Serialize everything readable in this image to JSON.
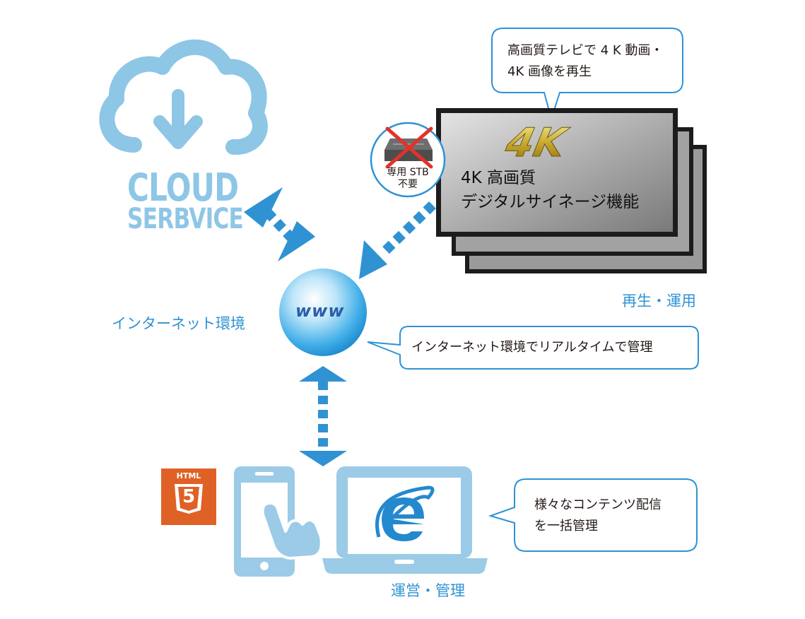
{
  "cloud": {
    "title": "CLOUD",
    "subtitle": "SERBVICE"
  },
  "internet": {
    "label": "インターネット環境",
    "globe_text": "www"
  },
  "bubbles": {
    "tv": {
      "line1": "高画質テレビで 4 K 動画・",
      "line2": "4K 画像を再生"
    },
    "internet": {
      "text": "インターネット環境でリアルタイムで管理"
    },
    "content": {
      "line1": "様々なコンテンツ配信",
      "line2": "を一括管理"
    }
  },
  "tv": {
    "logo": "4K",
    "line1": "4K 高画質",
    "line2": "デジタルサイネージ機能"
  },
  "stb": {
    "line1": "専用 STB",
    "line2": "不要"
  },
  "labels": {
    "playback": "再生・運用",
    "management": "運営・管理"
  },
  "html5": {
    "label": "HTML",
    "number": "5"
  },
  "colors": {
    "cloud": "#8ec6e6",
    "arrow": "#2f92d3",
    "html5": "#e06126",
    "device": "#9bcbe6",
    "ie": "#2389cf"
  },
  "icons": [
    "cloud-download-icon",
    "globe-icon",
    "set-top-box-icon",
    "cross-icon",
    "html5-icon",
    "smartphone-icon",
    "pointing-hand-icon",
    "laptop-icon",
    "internet-explorer-icon"
  ]
}
